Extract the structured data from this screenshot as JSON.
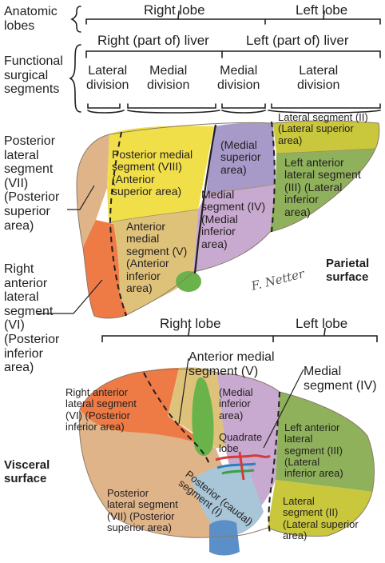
{
  "header": {
    "anatomic_lobes": "Anatomic\nlobes",
    "functional_segments": "Functional\nsurgical\nsegments",
    "right_lobe": "Right lobe",
    "left_lobe": "Left lobe",
    "right_part": "Right (part of) liver",
    "left_part": "Left (part of) liver",
    "lateral_division_right": "Lateral\ndivision",
    "medial_division_right": "Medial\ndivision",
    "medial_division_left": "Medial\ndivision",
    "lateral_division_left": "Lateral\ndivision"
  },
  "parietal": {
    "seg7": "Posterior\nlateral\nsegment\n(VII)\n(Posterior\nsuperior\narea)",
    "seg6": "Right\nanterior\nlateral\nsegment\n(VI)\n(Posterior\ninferior\narea)",
    "seg8": "Posterior medial\nsegment (VIII)\n(Anterior\nsuperior area)",
    "seg5": "Anterior\nmedial\nsegment (V)\n(Anterior\ninferior\narea)",
    "seg4_sup": "(Medial\nsuperior\narea)",
    "seg4": "Medial\nsegment (IV)\n(Medial\ninferior\narea)",
    "seg2": "Lateral segment (II)\n(Lateral superior\narea)",
    "seg3": "Left anterior\nlateral segment\n(III) (Lateral\ninferior\narea)",
    "surface_label": "Parietal\nsurface",
    "signature": "F. Netter"
  },
  "visceral": {
    "right_lobe": "Right lobe",
    "left_lobe": "Left lobe",
    "anterior_medial": "Anterior medial\nsegment (V)",
    "medial_segment": "Medial\nsegment (IV)",
    "seg6": "Right anterior\nlateral segment\n(VI) (Posterior\ninferior area)",
    "medial_inferior": "(Medial\ninferior\narea)",
    "quadrate": "Quadrate\nlobe",
    "left_anterior": "Left anterior\nlateral\nsegment (III)\n(Lateral\ninferior area)",
    "caudal": "Posterior (caudal)\nsegment (I)",
    "seg7": "Posterior\nlateral segment\n(VII) (Posterior\nsuperior area)",
    "seg2": "Lateral\nsegment (II)\n(Lateral superior\narea)",
    "surface_label": "Visceral\nsurface"
  },
  "colors": {
    "seg2": "#c9c73c",
    "seg3": "#8fb15c",
    "seg4": "#c8a9cf",
    "seg4_sup": "#a79ac9",
    "seg5": "#dfc27a",
    "seg6": "#ee7a45",
    "seg7": "#e0b489",
    "seg8": "#f1df4a",
    "caudal": "#a8c6d8",
    "gallbladder": "#69b34a",
    "outline": "#231f20"
  }
}
